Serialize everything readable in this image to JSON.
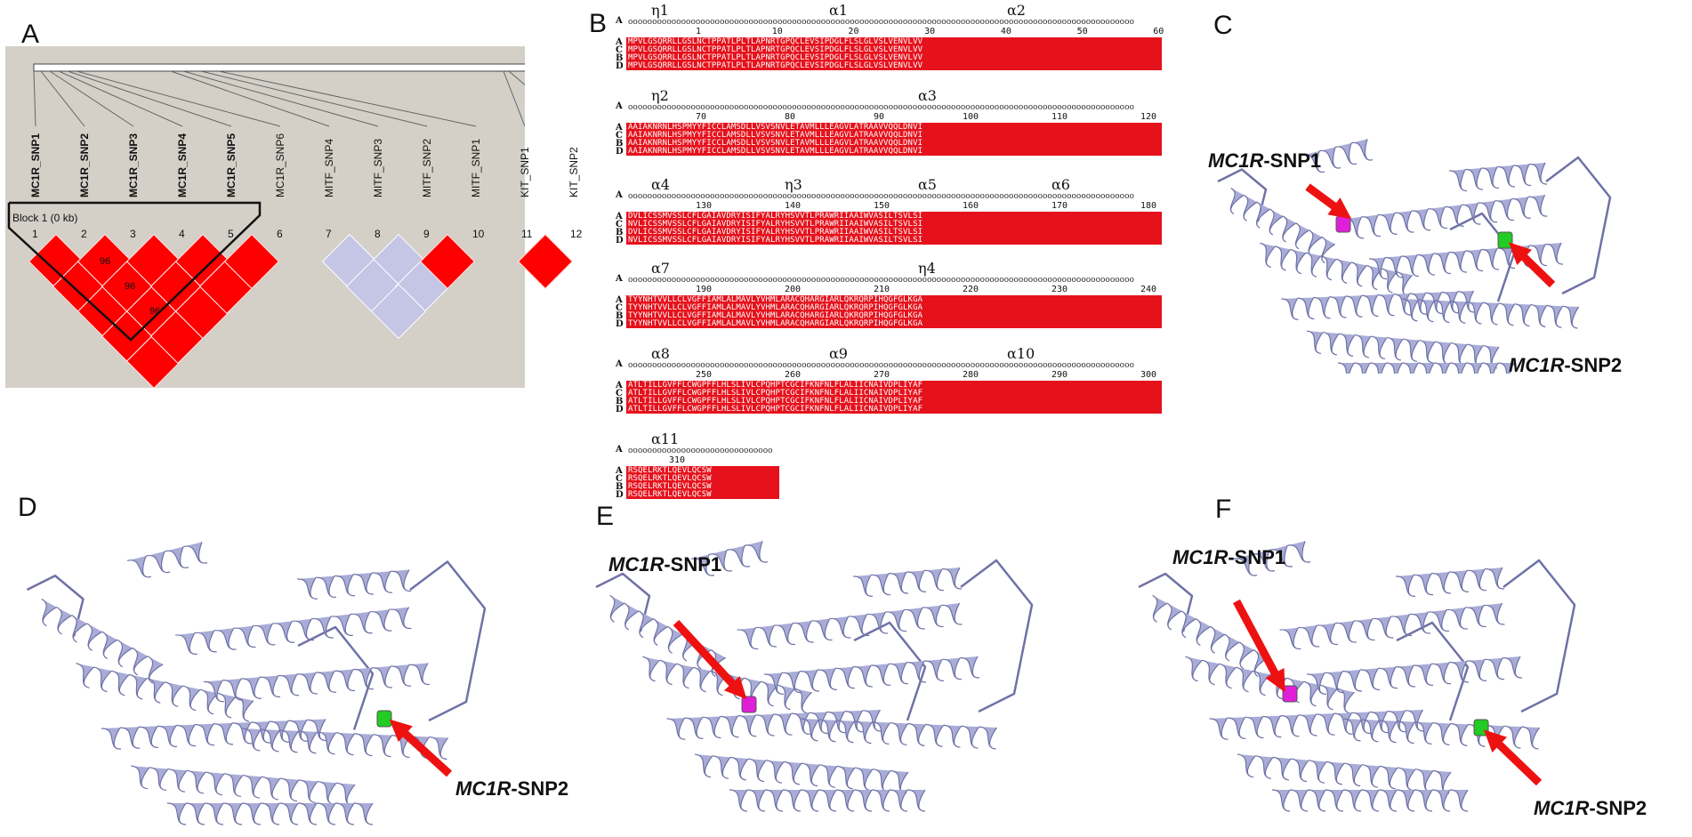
{
  "panels": {
    "a": "A",
    "b": "B",
    "c": "C",
    "d": "D",
    "e": "E",
    "f": "F"
  },
  "panelA": {
    "snps": [
      {
        "name": "MC1R_SNP1",
        "bold": true
      },
      {
        "name": "MC1R_SNP2",
        "bold": true
      },
      {
        "name": "MC1R_SNP3",
        "bold": true
      },
      {
        "name": "MC1R_SNP4",
        "bold": true
      },
      {
        "name": "MC1R_SNP5",
        "bold": true
      },
      {
        "name": "MC1R_SNP6",
        "bold": false
      },
      {
        "name": "MITF_SNP4",
        "bold": false
      },
      {
        "name": "MITF_SNP3",
        "bold": false
      },
      {
        "name": "MITF_SNP2",
        "bold": false
      },
      {
        "name": "MITF_SNP1",
        "bold": false
      },
      {
        "name": "KIT_SNP1",
        "bold": false
      },
      {
        "name": "KIT_SNP2",
        "bold": false
      }
    ],
    "indices": [
      "1",
      "2",
      "3",
      "4",
      "5",
      "6",
      "7",
      "8",
      "9",
      "10",
      "11",
      "12"
    ],
    "block_label": "Block 1 (0 kb)",
    "ld_values": [
      "96",
      "96",
      "96"
    ],
    "colors": {
      "high": "#ff0000",
      "low": "#c5c5e6",
      "bg": "#d4d0c8"
    }
  },
  "panelB": {
    "blocks": [
      {
        "ss_elements": [
          {
            "label": "η1"
          },
          {
            "label": "α1"
          },
          {
            "label": "α2"
          }
        ],
        "numbers": [
          "1",
          "10",
          "20",
          "30",
          "40",
          "50",
          "60"
        ],
        "seqs": [
          {
            "id": "A",
            "seq": "MPVLGSQRRLLGSLNCTPPATLPLTLAPNRTGPQCLEVSIPDGLFLSLGLVSLVENVLVV"
          },
          {
            "id": "C",
            "seq": "MPVLGSQRRLLGSLNCTPPATLPLTLAPNRTGPQCLEVSIPDGLFLSLGLVSLVENVLVV"
          },
          {
            "id": "B",
            "seq": "MPVLGSQRRLLGSLNCTPPATLPLTLAPNRTGPQCLEVSIPDGLFLSLGLVSLVENVLVV"
          },
          {
            "id": "D",
            "seq": "MPVLGSQRRLLGSLNCTPPATLPLTLAPNRTGPQCLEVSIPDGLFLSLGLVSLVENVLVV"
          }
        ]
      },
      {
        "ss_elements": [
          {
            "label": "η2"
          },
          {
            "label": "α3"
          }
        ],
        "numbers": [
          "70",
          "80",
          "90",
          "100",
          "110",
          "120"
        ],
        "seqs": [
          {
            "id": "A",
            "seq": "AAIAKNRNLHSPMYYFICCLAMSDLLVSVSNVLETAVMLLLEAGVLATRAAVVQQLDNVI"
          },
          {
            "id": "C",
            "seq": "AAIAKNRNLHSPMYYFICCLAMSDLLVSVSNVLETAVMLLLEAGVLATRAAVVQQLDNVI"
          },
          {
            "id": "B",
            "seq": "AAIAKNRNLHSPMYYFICCLAMSDLLVSVSNVLETAVMLLLEAGVLATRAAVVQQLDNVI"
          },
          {
            "id": "D",
            "seq": "AAIAKNRNLHSPMYYFICCLAMSDLLVSVSNVLETAVMLLLEAGVLATRAAVVQQLDNVI"
          }
        ]
      },
      {
        "ss_elements": [
          {
            "label": "α4"
          },
          {
            "label": "η3"
          },
          {
            "label": "α5"
          },
          {
            "label": "α6"
          }
        ],
        "numbers": [
          "130",
          "140",
          "150",
          "160",
          "170",
          "180"
        ],
        "seqs": [
          {
            "id": "A",
            "seq": "DVLICSSMVSSLCFLGAIAVDRYISIFYALRYHSVVTLPRAWRIIAAIWVASILTSVLSI"
          },
          {
            "id": "C",
            "seq": "NVLICSSMVSSLCFLGAIAVDRYISIFYALRYHSVVTLPRAWRIIAAIWVASILTSVLSI"
          },
          {
            "id": "B",
            "seq": "DVLICSSMVSSLCFLGAIAVDRYISIFYALRYHSVVTLPRAWRIIAAIWVASILTSVLSI"
          },
          {
            "id": "D",
            "seq": "NVLICSSMVSSLCFLGAIAVDRYISIFYALRYHSVVTLPRAWRIIAAIWVASILTSVLSI"
          }
        ]
      },
      {
        "ss_elements": [
          {
            "label": "α7"
          },
          {
            "label": "η4"
          }
        ],
        "numbers": [
          "190",
          "200",
          "210",
          "220",
          "230",
          "240"
        ],
        "seqs": [
          {
            "id": "A",
            "seq": "TYYNHTVVLLCLVGFFIAMLALMAVLYVHMLARACQHARGIARLQKRQRPIHQGFGLKGA"
          },
          {
            "id": "C",
            "seq": "TYYNHTVVLLCLVGFFIAMLALMAVLYVHMLARACQHARGIARLQKRQRPIHQGFGLKGA"
          },
          {
            "id": "B",
            "seq": "TYYNHTVVLLCLVGFFIAMLALMAVLYVHMLARACQHARGIARLQKRQRPIHQGFGLKGA"
          },
          {
            "id": "D",
            "seq": "TYYNHTVVLLCLVGFFIAMLALMAVLYVHMLARACQHARGIARLQKRQRPIHQGFGLKGA"
          }
        ]
      },
      {
        "ss_elements": [
          {
            "label": "α8"
          },
          {
            "label": "α9"
          },
          {
            "label": "α10"
          }
        ],
        "numbers": [
          "250",
          "260",
          "270",
          "280",
          "290",
          "300"
        ],
        "seqs": [
          {
            "id": "A",
            "seq": "ATLTILLGVFFLCWGPFFLHLSLIVLCPQHPTCGCIFKNFNLFLALIICNAIVDPLIYAF"
          },
          {
            "id": "C",
            "seq": "ATLTILLGVFFLCWGPFFLHLSLIVLCPQHPTCGCIFKNFNLFLALIICNAIVDPLIYAF"
          },
          {
            "id": "B",
            "seq": "ATLTILLGVFFLCWGPFFLHLSLIVLCPQHPTCGCIFKNFNLFLALIICNAIVDPLIYAF"
          },
          {
            "id": "D",
            "seq": "ATLTILLGVFFLCWGPFFLHLSLIVLCPQHPTCGCIFKNFNLFLALIICNAIVDPLIYAF"
          }
        ]
      },
      {
        "ss_elements": [
          {
            "label": "α11"
          }
        ],
        "numbers": [
          "310"
        ],
        "seqs": [
          {
            "id": "A",
            "seq": "RSQELRKTLQEVLQCSW"
          },
          {
            "id": "C",
            "seq": "RSQELRKTLQEVLQCSW"
          },
          {
            "id": "B",
            "seq": "RSQELRKTLQEVLQCSW"
          },
          {
            "id": "D",
            "seq": "RSQELRKTLQEVLQCSW"
          }
        ]
      }
    ],
    "ss_row_label": "A"
  },
  "structures": {
    "snp1": {
      "gene": "MC1R",
      "suffix": "-SNP1"
    },
    "snp2": {
      "gene": "MC1R",
      "suffix": "-SNP2"
    },
    "colors": {
      "helix": "#a9acd6",
      "helix_dark": "#6f72a6",
      "snp1": "#e020d8",
      "snp2": "#22cc22",
      "arrow": "#ee1111"
    }
  }
}
